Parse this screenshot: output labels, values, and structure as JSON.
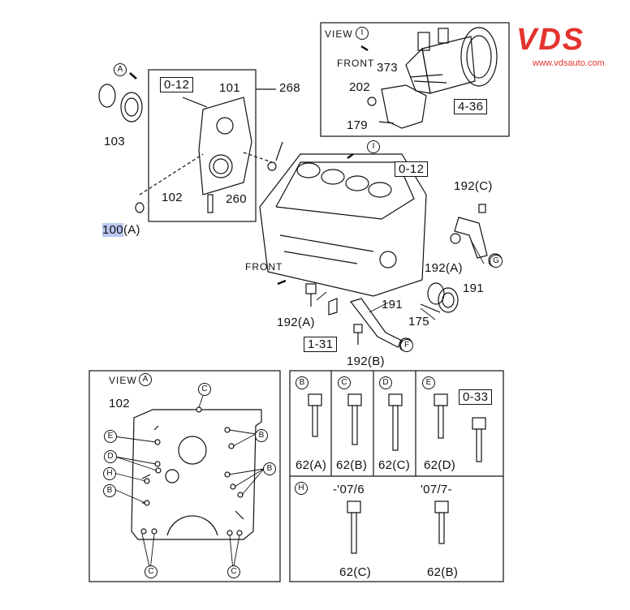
{
  "logo": {
    "brand": "VDS",
    "url": "www.vdsauto.com"
  },
  "top_view": {
    "view_label": "VIEW",
    "view_mark": "I",
    "front": "FRONT",
    "parts": {
      "p373": "373",
      "p202": "202",
      "p179": "179",
      "ref": "4-36"
    }
  },
  "cover": {
    "ref": "0-12",
    "parts": {
      "p101": "101",
      "p268": "268",
      "p103": "103",
      "p102": "102",
      "p260": "260",
      "p100": "100",
      "p100_suffix": "(A)"
    },
    "view_mark": "A"
  },
  "block": {
    "ref_012": "0-12",
    "view_mark": "I",
    "front": "FRONT",
    "parts": {
      "p192c": "192(C)",
      "p192a_right": "192(A)",
      "p191_right": "191",
      "p175": "175",
      "p192a_left": "192(A)",
      "p191_left": "191",
      "p192b": "192(B)",
      "ref_131": "1-31"
    },
    "marks": {
      "g": "G",
      "f": "F"
    }
  },
  "view_a": {
    "title": "VIEW",
    "title_mark": "A",
    "part_102": "102",
    "marks": [
      "C",
      "B",
      "E",
      "D",
      "H",
      "B",
      "B",
      "C",
      "C"
    ]
  },
  "bolts": {
    "cells": [
      {
        "mark": "B",
        "label": "62(A)"
      },
      {
        "mark": "C",
        "label": "62(B)"
      },
      {
        "mark": "D",
        "label": "62(C)"
      },
      {
        "mark": "E",
        "label": "62(D)"
      }
    ],
    "ref_033": "0-33",
    "h_mark": "H",
    "h_left_date": "-'07/6",
    "h_right_date": "'07/7-",
    "h_left_label": "62(C)",
    "h_right_label": "62(B)"
  }
}
